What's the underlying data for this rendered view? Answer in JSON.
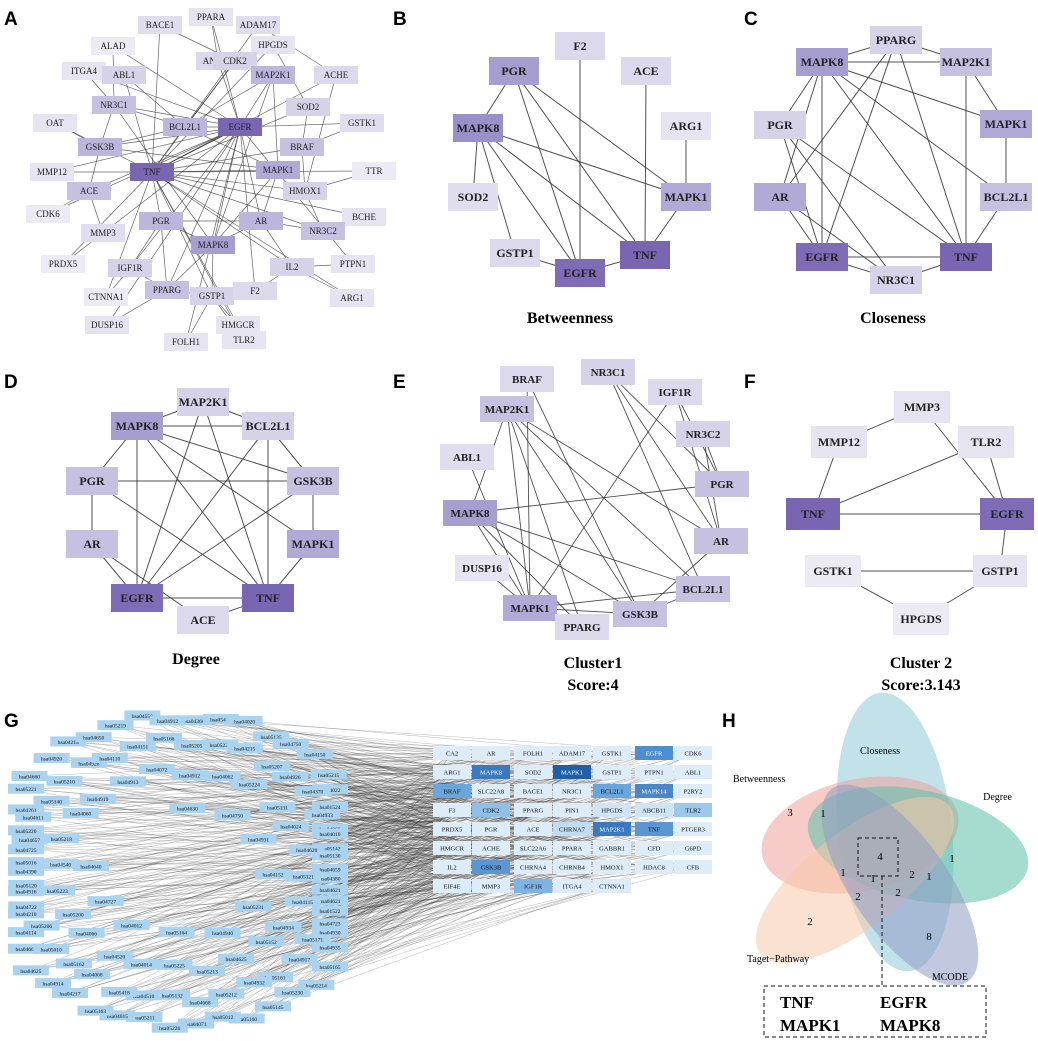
{
  "panels": {
    "A": {
      "letter": "A",
      "nodes": [
        {
          "label": "BACE1",
          "shade": "#e0ddee"
        },
        {
          "label": "PPARA",
          "shade": "#e6e4f1"
        },
        {
          "label": "ADAM17",
          "shade": "#e0ddee"
        },
        {
          "label": "ALAD",
          "shade": "#ecebf4"
        },
        {
          "label": "HPGDS",
          "shade": "#e6e4f1"
        },
        {
          "label": "ANXA5",
          "shade": "#dcd9ec"
        },
        {
          "label": "CDK2",
          "shade": "#d6d3e9"
        },
        {
          "label": "ITGA4",
          "shade": "#e6e4f1"
        },
        {
          "label": "ABL1",
          "shade": "#d6d3e9"
        },
        {
          "label": "MAP2K1",
          "shade": "#bdb6dc"
        },
        {
          "label": "ACHE",
          "shade": "#dcd9ec"
        },
        {
          "label": "NR3C1",
          "shade": "#c7c1e1"
        },
        {
          "label": "SOD2",
          "shade": "#d6d3e9"
        },
        {
          "label": "GSTK1",
          "shade": "#e0ddee"
        },
        {
          "label": "OAT",
          "shade": "#e6e4f1"
        },
        {
          "label": "BCL2L1",
          "shade": "#bdb6dc"
        },
        {
          "label": "EGFR",
          "shade": "#7966b3"
        },
        {
          "label": "GSK3B",
          "shade": "#bdb6dc"
        },
        {
          "label": "BRAF",
          "shade": "#c7c1e1"
        },
        {
          "label": "MMP12",
          "shade": "#e6e4f1"
        },
        {
          "label": "TTR",
          "shade": "#ecebf4"
        },
        {
          "label": "TNF",
          "shade": "#7966b3"
        },
        {
          "label": "MAPK1",
          "shade": "#b2aad6"
        },
        {
          "label": "ACE",
          "shade": "#c7c1e1"
        },
        {
          "label": "HMOX1",
          "shade": "#d6d3e9"
        },
        {
          "label": "CDK6",
          "shade": "#ecebf4"
        },
        {
          "label": "BCHE",
          "shade": "#e6e4f1"
        },
        {
          "label": "MMP3",
          "shade": "#e0ddee"
        },
        {
          "label": "PGR",
          "shade": "#bdb6dc"
        },
        {
          "label": "AR",
          "shade": "#bdb6dc"
        },
        {
          "label": "NR3C2",
          "shade": "#c7c1e1"
        },
        {
          "label": "MAPK8",
          "shade": "#a79ed0"
        },
        {
          "label": "PRDX5",
          "shade": "#ecebf4"
        },
        {
          "label": "IGF1R",
          "shade": "#d6d3e9"
        },
        {
          "label": "IL2",
          "shade": "#d6d3e9"
        },
        {
          "label": "PTPN1",
          "shade": "#e6e4f1"
        },
        {
          "label": "CTNNA1",
          "shade": "#ecebf4"
        },
        {
          "label": "PPARG",
          "shade": "#c7c1e1"
        },
        {
          "label": "GSTP1",
          "shade": "#d6d3e9"
        },
        {
          "label": "F2",
          "shade": "#dcd9ec"
        },
        {
          "label": "ARG1",
          "shade": "#e6e4f1"
        },
        {
          "label": "DUSP16",
          "shade": "#e6e4f1"
        },
        {
          "label": "HMGCR",
          "shade": "#e6e4f1"
        },
        {
          "label": "FOLH1",
          "shade": "#e6e4f1"
        },
        {
          "label": "TLR2",
          "shade": "#e6e4f1"
        }
      ]
    },
    "B": {
      "letter": "B",
      "caption": "Betweenness",
      "nodes": [
        {
          "label": "F2",
          "shade": "#dcd9ec"
        },
        {
          "label": "PGR",
          "shade": "#a79ed0"
        },
        {
          "label": "ACE",
          "shade": "#dcd9ec"
        },
        {
          "label": "MAPK8",
          "shade": "#9a90c9"
        },
        {
          "label": "ARG1",
          "shade": "#e6e4f1"
        },
        {
          "label": "SOD2",
          "shade": "#e0ddee"
        },
        {
          "label": "MAPK1",
          "shade": "#b2aad6"
        },
        {
          "label": "GSTP1",
          "shade": "#dcd9ec"
        },
        {
          "label": "TNF",
          "shade": "#7966b3"
        },
        {
          "label": "EGFR",
          "shade": "#7e6cb6"
        }
      ]
    },
    "C": {
      "letter": "C",
      "caption": "Closeness",
      "nodes": [
        {
          "label": "PPARG",
          "shade": "#d6d3e9"
        },
        {
          "label": "MAPK8",
          "shade": "#a79ed0"
        },
        {
          "label": "MAP2K1",
          "shade": "#c7c1e1"
        },
        {
          "label": "PGR",
          "shade": "#d6d3e9"
        },
        {
          "label": "MAPK1",
          "shade": "#b2aad6"
        },
        {
          "label": "AR",
          "shade": "#b2aad6"
        },
        {
          "label": "BCL2L1",
          "shade": "#c7c1e1"
        },
        {
          "label": "EGFR",
          "shade": "#7e6cb6"
        },
        {
          "label": "TNF",
          "shade": "#7966b3"
        },
        {
          "label": "NR3C1",
          "shade": "#d6d3e9"
        }
      ]
    },
    "D": {
      "letter": "D",
      "caption": "Degree",
      "nodes": [
        {
          "label": "MAP2K1",
          "shade": "#d6d3e9"
        },
        {
          "label": "MAPK8",
          "shade": "#a79ed0"
        },
        {
          "label": "BCL2L1",
          "shade": "#d6d3e9"
        },
        {
          "label": "PGR",
          "shade": "#c7c1e1"
        },
        {
          "label": "GSK3B",
          "shade": "#c7c1e1"
        },
        {
          "label": "AR",
          "shade": "#c7c1e1"
        },
        {
          "label": "MAPK1",
          "shade": "#b2aad6"
        },
        {
          "label": "EGFR",
          "shade": "#7e6cb6"
        },
        {
          "label": "ACE",
          "shade": "#dcd9ec"
        },
        {
          "label": "TNF",
          "shade": "#7966b3"
        }
      ]
    },
    "E": {
      "letter": "E",
      "caption": "Cluster1",
      "score": "Score:4",
      "nodes": [
        {
          "label": "NR3C1",
          "shade": "#d6d3e9"
        },
        {
          "label": "BRAF",
          "shade": "#dcd9ec"
        },
        {
          "label": "IGF1R",
          "shade": "#dcd9ec"
        },
        {
          "label": "MAP2K1",
          "shade": "#c7c1e1"
        },
        {
          "label": "NR3C2",
          "shade": "#d6d3e9"
        },
        {
          "label": "ABL1",
          "shade": "#e0ddee"
        },
        {
          "label": "PGR",
          "shade": "#c7c1e1"
        },
        {
          "label": "MAPK8",
          "shade": "#a79ed0"
        },
        {
          "label": "AR",
          "shade": "#c7c1e1"
        },
        {
          "label": "DUSP16",
          "shade": "#e6e4f1"
        },
        {
          "label": "BCL2L1",
          "shade": "#c7c1e1"
        },
        {
          "label": "MAPK1",
          "shade": "#b2aad6"
        },
        {
          "label": "GSK3B",
          "shade": "#c7c1e1"
        },
        {
          "label": "PPARG",
          "shade": "#dcd9ec"
        }
      ]
    },
    "F": {
      "letter": "F",
      "caption": "Cluster 2",
      "score": "Score:3.143",
      "nodes": [
        {
          "label": "MMP3",
          "shade": "#e6e4f1"
        },
        {
          "label": "MMP12",
          "shade": "#e6e4f1"
        },
        {
          "label": "TLR2",
          "shade": "#e6e4f1"
        },
        {
          "label": "TNF",
          "shade": "#7966b3"
        },
        {
          "label": "EGFR",
          "shade": "#7e6cb6"
        },
        {
          "label": "GSTK1",
          "shade": "#ecebf4"
        },
        {
          "label": "GSTP1",
          "shade": "#e6e4f1"
        },
        {
          "label": "HPGDS",
          "shade": "#ecebf4"
        }
      ]
    },
    "G": {
      "letter": "G",
      "target_rows": [
        [
          "CA2",
          "AR",
          "FOLH1",
          "ADAM17",
          "GSTK1",
          "EGFR",
          "CDK6"
        ],
        [
          "ARG1",
          "MAPK8",
          "SOD2",
          "MAPK1",
          "GSTP1",
          "PTPN1",
          "ABL1"
        ],
        [
          "BRAF",
          "SLC22A8",
          "BACE1",
          "NR3C1",
          "BCL2L1",
          "MAPK14",
          "P2RY2"
        ],
        [
          "F3",
          "CDK2",
          "PPARG",
          "PIN1",
          "HPGDS",
          "ABCB11",
          "TLR2"
        ],
        [
          "PRDX5",
          "PGR",
          "ACE",
          "CHRNA7",
          "MAP2K1",
          "TNF",
          "PTGER3"
        ],
        [
          "HMGCR",
          "ACHE",
          "SLC22A6",
          "PPARA",
          "GABBR1",
          "CFD",
          "G6PD"
        ],
        [
          "IL2",
          "GSK3B",
          "CHRNA4",
          "CHRNB4",
          "HMOX1",
          "HDAC8",
          "CFB"
        ],
        [
          "EIF4E",
          "MMP3",
          "IGF1R",
          "ITGA4",
          "CTNNA1"
        ]
      ],
      "pathways": [
        "hsa04360",
        "hsa05415",
        "hsa04020",
        "hsa05135",
        "hsa04750",
        "hsa04150",
        "hsa05215",
        "hsa04022",
        "hsa01524",
        "hsa04066",
        "hsa05142",
        "hsa04659",
        "hsa04621",
        "hsa01522",
        "hsa04930",
        "hsa04935",
        "hsa05165",
        "hsa05214",
        "hsa05230",
        "hsa05145",
        "hsa05160",
        "hsa05012",
        "hsa04071",
        "hsa05226",
        "hsa05211",
        "hsa04015",
        "hsa05163",
        "hsa04217",
        "hsa04914",
        "hsa04625",
        "hsa04664",
        "hsa04114",
        "hsa04210",
        "hsa04916",
        "hsa04390",
        "hsa04725",
        "hsa05220",
        "hsa04261",
        "hsa05221",
        "hsa04660",
        "hsa04920",
        "hsa04218",
        "hsa04650",
        "hsa05219",
        "hsa04550",
        "hsa04912",
        "hsa05205",
        "hsa05222",
        "hsa04215",
        "hsa05207",
        "hsa04926",
        "hsa04370",
        "hsa04933",
        "hsa04010",
        "hsa05130",
        "hsa04380",
        "hsa04621",
        "hsa04723",
        "hsa05171",
        "hsa04917",
        "hsa05161",
        "hsa04932",
        "hsa05212",
        "hsa04668",
        "hsa05132",
        "hsa04510",
        "hsa05418",
        "hsa04068",
        "hsa05162",
        "hsa05010",
        "hsa05206",
        "hsa04722",
        "hsa05120",
        "hsa05016",
        "hsa04657",
        "hsa04611",
        "hsa05140",
        "hsa05210",
        "hsa04928",
        "hsa04110",
        "hsa04151",
        "hsa05166",
        "hsa04912",
        "hsa04062",
        "hsa05224",
        "hsa05131",
        "hsa04024",
        "hsa04620",
        "hsa05321",
        "hsa04115",
        "hsa04934",
        "hsa05152",
        "hsa04625",
        "hsa05213",
        "hsa05225",
        "hsa04014",
        "hsa04520",
        "hsa04066",
        "hsa05200",
        "hsa05223",
        "hsa04540",
        "hsa05218",
        "hsa04060",
        "hsa04919",
        "hsa04913",
        "hsa04072",
        "hsa04630",
        "hsa04750",
        "hsa04931",
        "hsa04152",
        "hsa05231",
        "hsa04940",
        "hsa05164",
        "hsa04012",
        "hsa04727",
        "hsa04640"
      ]
    },
    "H": {
      "letter": "H",
      "sets": [
        {
          "label": "Closeness",
          "color": "#8fcbd8"
        },
        {
          "label": "Betweenness",
          "color": "#f0a39a"
        },
        {
          "label": "Degree",
          "color": "#5dbfa8"
        },
        {
          "label": "Taget−Pathway",
          "color": "#f7c9a8"
        },
        {
          "label": "MCODE",
          "color": "#8f9cc4"
        }
      ],
      "counts": [
        "3",
        "1",
        "4",
        "1",
        "1",
        "1",
        "1",
        "2",
        "2",
        "2",
        "2",
        "8"
      ],
      "result": [
        "TNF",
        "EGFR",
        "MAPK1",
        "MAPK8"
      ]
    }
  }
}
